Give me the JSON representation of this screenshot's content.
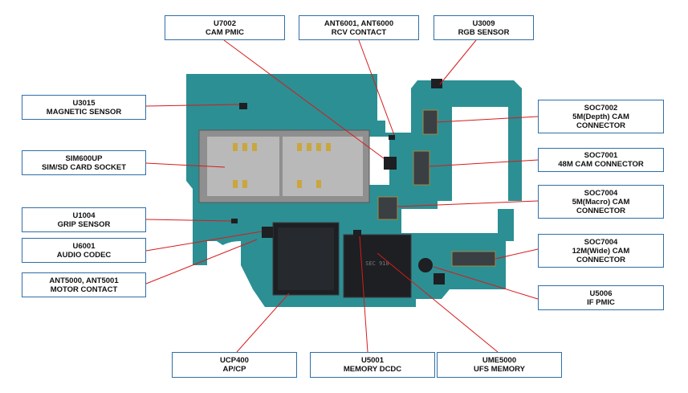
{
  "colors": {
    "board": "#2c8f93",
    "board_dark": "#1f6f73",
    "chip": "#1d1f22",
    "gold": "#b89b4a",
    "callout_line": "#d81b1b",
    "box_border": "#2f6fa8"
  },
  "labels": {
    "u7002": {
      "line1": "U7002",
      "line2": "CAM PMIC"
    },
    "ant6001": {
      "line1": "ANT6001, ANT6000",
      "line2": "RCV CONTACT"
    },
    "u3009": {
      "line1": "U3009",
      "line2": "RGB SENSOR"
    },
    "u3015": {
      "line1": "U3015",
      "line2": "MAGNETIC SENSOR"
    },
    "soc7002": {
      "line1": "SOC7002",
      "line2": "5M(Depth) CAM",
      "line3": "CONNECTOR"
    },
    "sim600up": {
      "line1": "SIM600UP",
      "line2": "SIM/SD CARD SOCKET"
    },
    "soc7001": {
      "line1": "SOC7001",
      "line2": "48M CAM CONNECTOR"
    },
    "soc7004a": {
      "line1": "SOC7004",
      "line2": "5M(Macro) CAM",
      "line3": "CONNECTOR"
    },
    "u1004": {
      "line1": "U1004",
      "line2": "GRIP SENSOR"
    },
    "u6001": {
      "line1": "U6001",
      "line2": "AUDIO CODEC"
    },
    "soc7004b": {
      "line1": "SOC7004",
      "line2": "12M(Wide) CAM",
      "line3": "CONNECTOR"
    },
    "ant5000": {
      "line1": "ANT5000, ANT5001",
      "line2": "MOTOR CONTACT"
    },
    "u5006": {
      "line1": "U5006",
      "line2": "IF PMIC"
    },
    "ucp400": {
      "line1": "UCP400",
      "line2": "AP/CP"
    },
    "u5001": {
      "line1": "U5001",
      "line2": "MEMORY DCDC"
    },
    "ume5000": {
      "line1": "UME5000",
      "line2": "UFS MEMORY"
    }
  }
}
